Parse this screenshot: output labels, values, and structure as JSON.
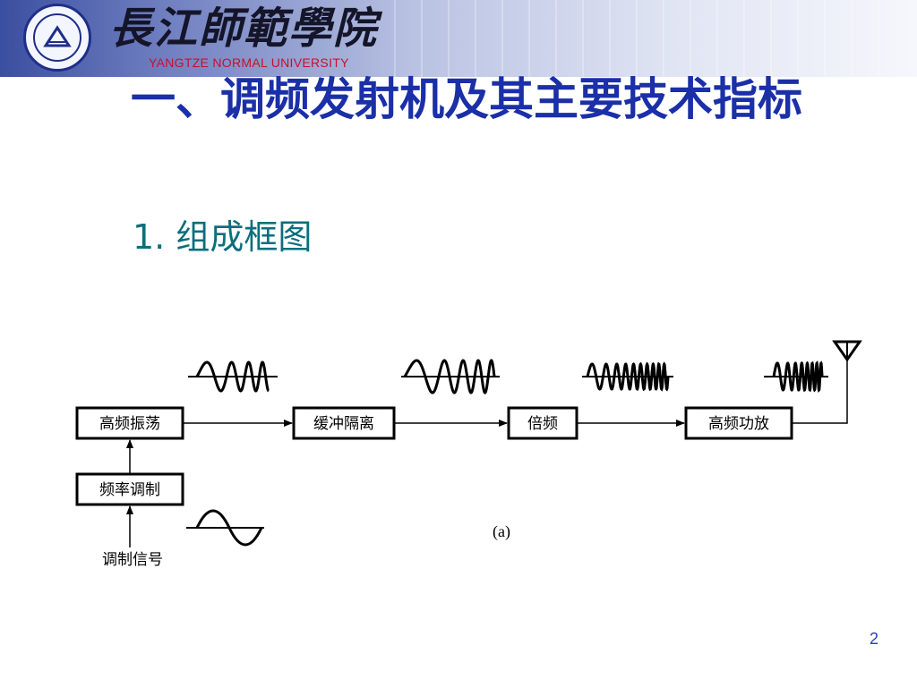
{
  "header": {
    "logo_cn": "長江師範學院",
    "logo_en": "YANGTZE NORMAL UNIVERSITY"
  },
  "slide": {
    "title": "一、调频发射机及其主要技术指标",
    "subtitle": "1. 组成框图",
    "page_number": "2"
  },
  "diagram": {
    "blocks": {
      "oscillator": "高频振荡",
      "buffer": "缓冲隔离",
      "multiplier": "倍频",
      "power_amp": "高频功放",
      "fm_modulation": "频率调制"
    },
    "input_label": "调制信号",
    "caption": "(a)"
  },
  "colors": {
    "title": "#1a2fa8",
    "subtitle": "#0d6e7c",
    "logo_en": "#c8102e",
    "page_number": "#2a3fb0",
    "diagram_stroke": "#000000"
  }
}
